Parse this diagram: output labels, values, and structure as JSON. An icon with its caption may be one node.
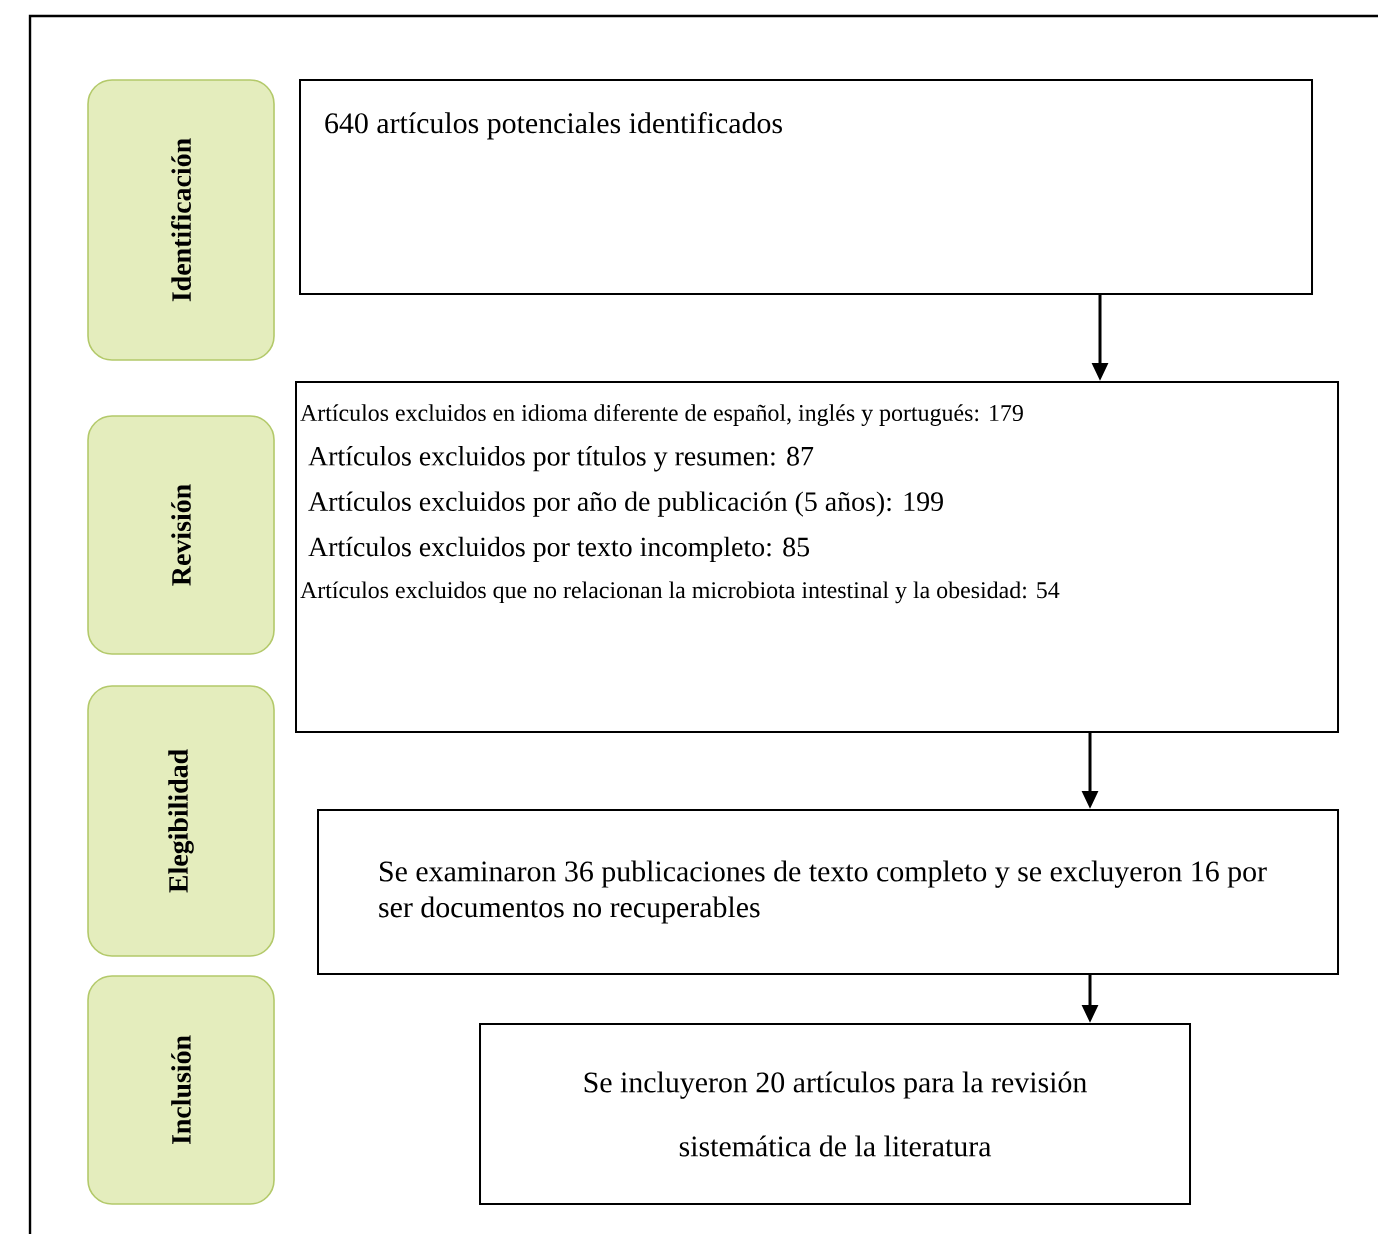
{
  "diagram": {
    "nodes": [
      {
        "text": [
          "Identificación"
        ]
      },
      {
        "text": [
          "Revisión"
        ]
      },
      {
        "text": [
          "Elegibilidad"
        ]
      },
      {
        "text": [
          "Inclusión"
        ]
      },
      {
        "text": [
          "640  artículos potenciales identificados"
        ]
      },
      {
        "text": [
          "Artículos excluidos en idioma diferente de español, inglés y portugués: 179",
          "Artículos excluidos por títulos y resumen: 87",
          "Artículos excluidos por año de publicación (5 años): 199",
          "Artículos excluidos por texto incompleto: 85",
          "Artículos excluidos que no relacionan la microbiota intestinal y la obesidad: 54"
        ]
      },
      {
        "text": [
          "Se examinaron 36 publicaciones de texto completo y se excluyeron 16 por ser  documentos no recuperables"
        ]
      },
      {
        "text": [
          "Se incluyeron 20 artículos para la revisión sistemática de la literatura"
        ]
      }
    ],
    "edges": [
      {
        "from": 4,
        "to": 5,
        "arrow": "to"
      },
      {
        "from": 5,
        "to": 6,
        "arrow": "to"
      },
      {
        "from": 6,
        "to": 7,
        "arrow": "to"
      }
    ]
  }
}
